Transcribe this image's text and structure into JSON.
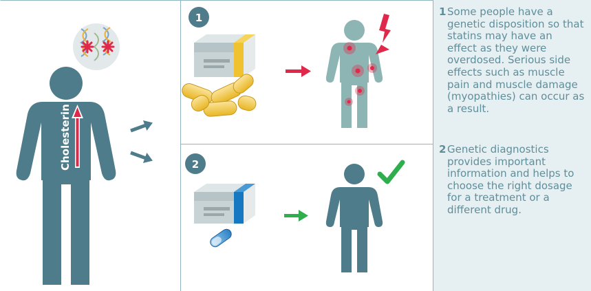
{
  "figure": {
    "chest_label": "Cholesterin",
    "step_badges": [
      "1",
      "2"
    ],
    "captions": [
      {
        "number": "1",
        "text": "Some people have a genetic disposition so that statins may have an effect as they were overdosed. Serious side effects such as muscle pain and muscle damage (myopathies) can occur as a result."
      },
      {
        "number": "2",
        "text": "Genetic diagnostics provides important information and helps to choose the right dosage for a treatment or a different drug."
      }
    ],
    "colors": {
      "figure_dark": "#4e7c8a",
      "figure_light": "#8db5b3",
      "arrow_red": "#e0284a",
      "arrow_green": "#2fae4e",
      "pill_yellow": "#f1c230",
      "box_blue": "#1678c0",
      "caption_text": "#5f8e9b",
      "caption_panel": "#e6f0f2"
    },
    "icons": [
      "dna-mutation-icon",
      "lightning-icon",
      "checkmark-icon",
      "pill-icon",
      "medicine-box-icon"
    ]
  }
}
